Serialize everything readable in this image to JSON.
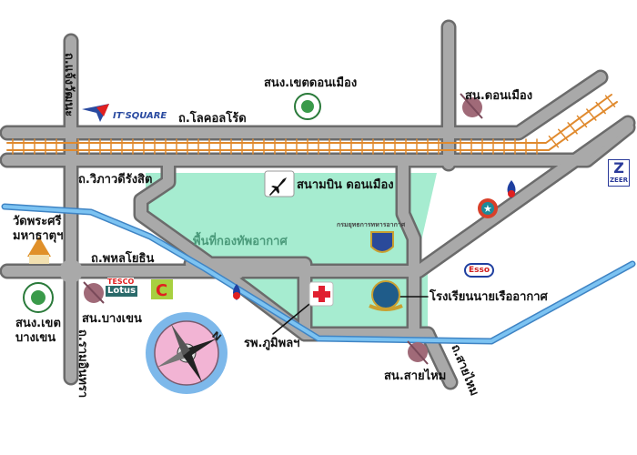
{
  "roads": {
    "chaengwattana": "ถ.แจ้งวัฒนะ",
    "ramintra": "ถ.รามอินทรา",
    "local_road": "ถ.โลคอลโร้ด",
    "viphavadi": "ถ.วิภาวดีรังสิต",
    "phahonyothin": "ถ.พหลโยธิน",
    "saimai": "ถ.สายไหม"
  },
  "places": {
    "airport": "สนามบิน ดอนเมือง",
    "district_donmueang": "สนง.เขตดอนเมือง",
    "police_donmueang": "สน.ดอนเมือง",
    "temple": "วัดพระศรี\nมหาธาตุฯ",
    "temple_line1": "วัดพระศรี",
    "temple_line2": "มหาธาตุฯ",
    "district_bangkhen_1": "สนง.เขต",
    "district_bangkhen_2": "บางเขน",
    "police_bangkhen": "สน.บางเขน",
    "airforce_area": "พื้นที่กองทัพอากาศ",
    "airforce_ops": "กรมยุทธการทหารอากาศ",
    "hospital": "รพ.ภูมิพลฯ",
    "academy": "โรงเรียนนายเรืออากาศ",
    "police_saimai": "สน.สายไหม"
  },
  "logos": {
    "itsquare": "IT'SQUARE",
    "tesco_top": "TESCO",
    "tesco_bottom": "Lotus",
    "zeer": "ZEER",
    "esso": "Esso",
    "compass_north": "N"
  },
  "colors": {
    "road": "#a9a9a9",
    "road_edge": "#6b6b6b",
    "rail": "#e08a2e",
    "river": "#5aa7e0",
    "airforce_green": "#a6ecd0"
  }
}
